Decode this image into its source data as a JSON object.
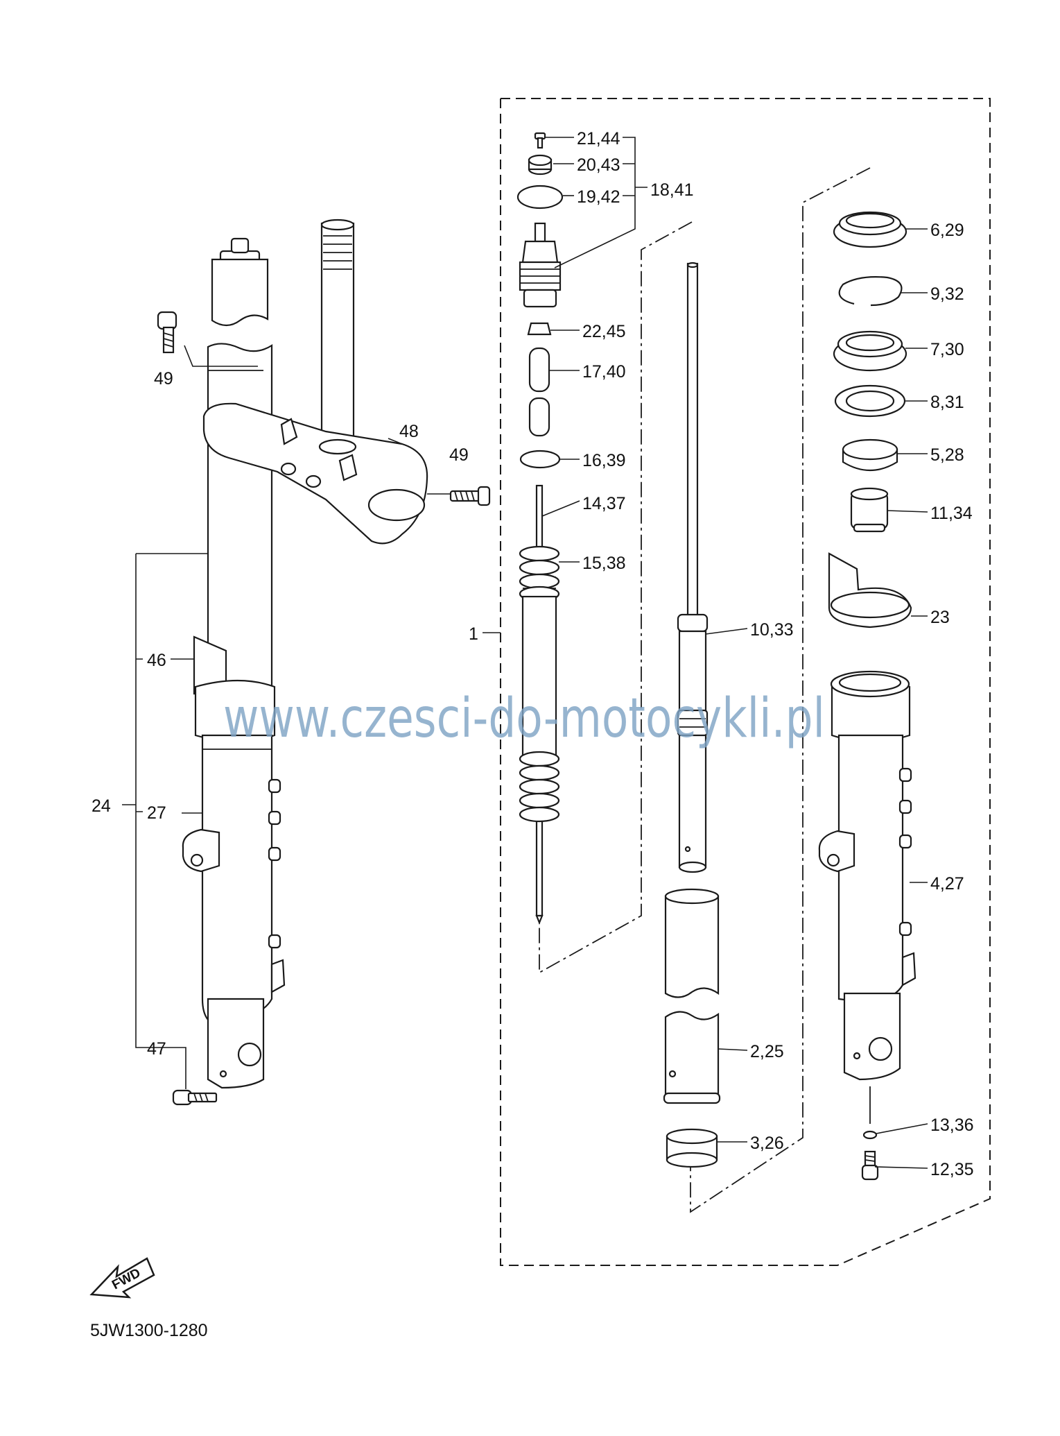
{
  "diagram": {
    "code": "5JW1300-1280",
    "watermark": "www.czesci-do-motocykli.pl",
    "fwd_label": "FWD",
    "part_labels": [
      {
        "id": "p21",
        "text": "21,44"
      },
      {
        "id": "p20",
        "text": "20,43"
      },
      {
        "id": "p19",
        "text": "19,42"
      },
      {
        "id": "p18",
        "text": "18,41"
      },
      {
        "id": "p22",
        "text": "22,45"
      },
      {
        "id": "p17",
        "text": "17,40"
      },
      {
        "id": "p16",
        "text": "16,39"
      },
      {
        "id": "p14",
        "text": "14,37"
      },
      {
        "id": "p15",
        "text": "15,38"
      },
      {
        "id": "p1",
        "text": "1"
      },
      {
        "id": "p10",
        "text": "10,33"
      },
      {
        "id": "p6",
        "text": "6,29"
      },
      {
        "id": "p9",
        "text": "9,32"
      },
      {
        "id": "p7",
        "text": "7,30"
      },
      {
        "id": "p8",
        "text": "8,31"
      },
      {
        "id": "p5",
        "text": "5,28"
      },
      {
        "id": "p11",
        "text": "11,34"
      },
      {
        "id": "p23",
        "text": "23"
      },
      {
        "id": "p4",
        "text": "4,27"
      },
      {
        "id": "p2",
        "text": "2,25"
      },
      {
        "id": "p3",
        "text": "3,26"
      },
      {
        "id": "p13",
        "text": "13,36"
      },
      {
        "id": "p12",
        "text": "12,35"
      },
      {
        "id": "p49a",
        "text": "49"
      },
      {
        "id": "p49b",
        "text": "49"
      },
      {
        "id": "p48",
        "text": "48"
      },
      {
        "id": "p46",
        "text": "46"
      },
      {
        "id": "p24",
        "text": "24"
      },
      {
        "id": "p27",
        "text": "27"
      },
      {
        "id": "p47",
        "text": "47"
      }
    ]
  }
}
